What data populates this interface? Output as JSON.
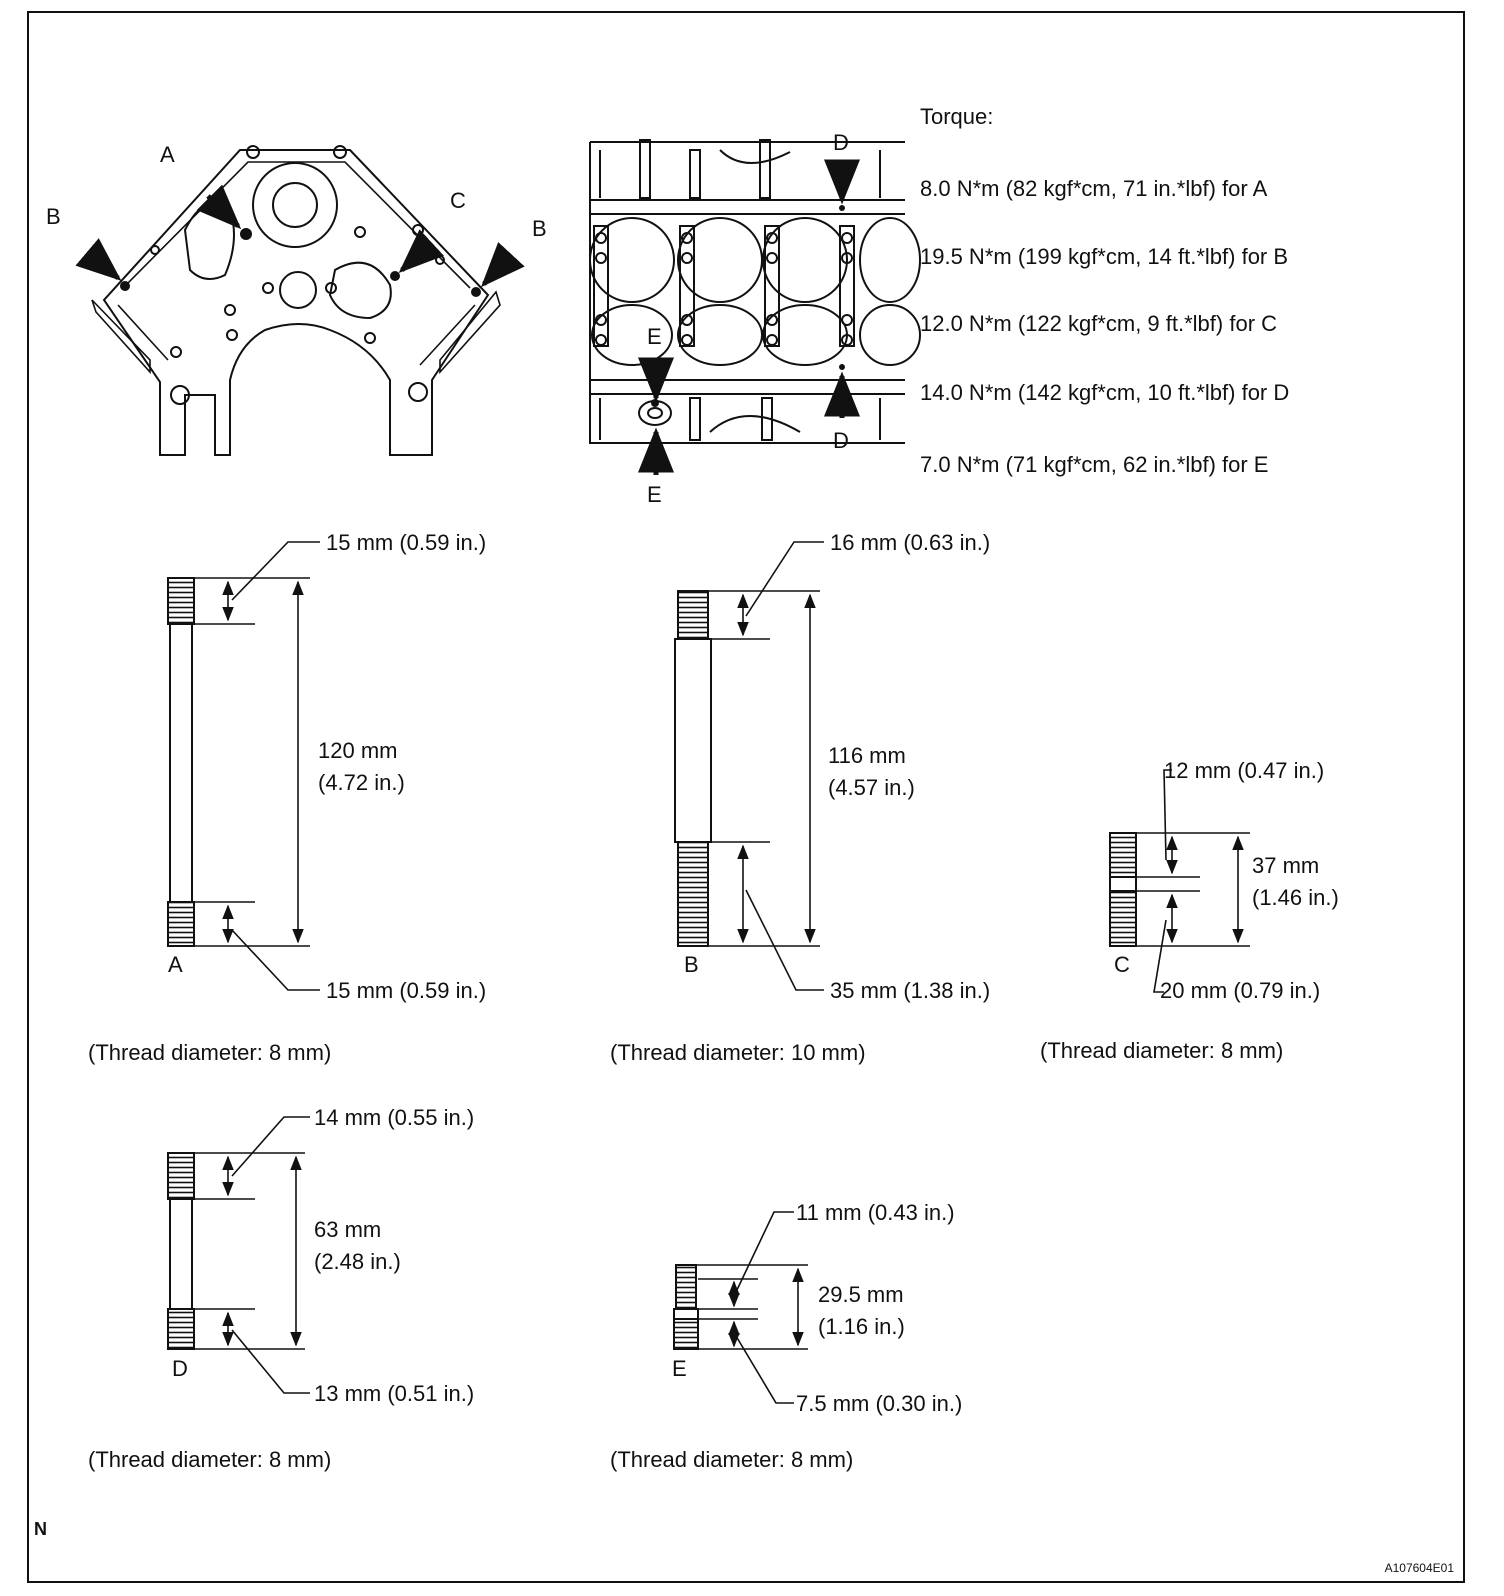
{
  "figure_id": "A107604E01",
  "corner_mark": "N",
  "overview": {
    "front_labels": {
      "a": "A",
      "b": "B",
      "c": "C"
    },
    "side_labels": {
      "b": "B",
      "d_top": "D",
      "d_bottom": "D",
      "e_top": "E",
      "e_bottom": "E"
    }
  },
  "torque": {
    "heading": "Torque:",
    "lines": [
      "8.0 N*m (82 kgf*cm, 71 in.*lbf) for A",
      "19.5 N*m (199 kgf*cm, 14 ft.*lbf) for B",
      "12.0 N*m (122 kgf*cm, 9 ft.*lbf) for C",
      "14.0 N*m (142 kgf*cm, 10 ft.*lbf) for D",
      "7.0 N*m (71 kgf*cm, 62 in.*lbf) for E"
    ]
  },
  "bolts": [
    {
      "id": "A",
      "top_thread": "15 mm (0.59 in.)",
      "length_1": "120 mm",
      "length_2": "(4.72 in.)",
      "bottom_thread": "15 mm (0.59 in.)",
      "thread_diameter": "(Thread diameter: 8 mm)"
    },
    {
      "id": "B",
      "top_thread": "16 mm (0.63 in.)",
      "length_1": "116 mm",
      "length_2": "(4.57 in.)",
      "bottom_thread": "35 mm (1.38 in.)",
      "thread_diameter": "(Thread diameter: 10 mm)"
    },
    {
      "id": "C",
      "top_thread": "12 mm (0.47 in.)",
      "length_1": "37 mm",
      "length_2": "(1.46 in.)",
      "bottom_thread": "20 mm (0.79 in.)",
      "thread_diameter": "(Thread diameter: 8 mm)"
    },
    {
      "id": "D",
      "top_thread": "14 mm (0.55 in.)",
      "length_1": "63 mm",
      "length_2": "(2.48 in.)",
      "bottom_thread": "13 mm (0.51 in.)",
      "thread_diameter": "(Thread diameter: 8 mm)"
    },
    {
      "id": "E",
      "top_thread": "11 mm (0.43 in.)",
      "length_1": "29.5 mm",
      "length_2": "(1.16 in.)",
      "bottom_thread": "7.5 mm (0.30 in.)",
      "thread_diameter": "(Thread diameter: 8 mm)"
    }
  ]
}
